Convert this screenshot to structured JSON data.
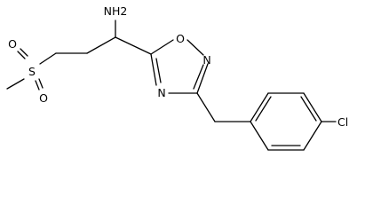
{
  "atoms": {
    "amine": "NH2",
    "ring_oxygen": "O",
    "ring_nitrogen_upper": "N",
    "ring_nitrogen_lower": "N",
    "sulfur": "S",
    "sulfonyl_oxygen_left": "O",
    "sulfonyl_oxygen_lower": "O",
    "chlorine": "Cl"
  },
  "colors": {
    "bond": "#000000",
    "text": "#000000",
    "background": "#ffffff"
  }
}
